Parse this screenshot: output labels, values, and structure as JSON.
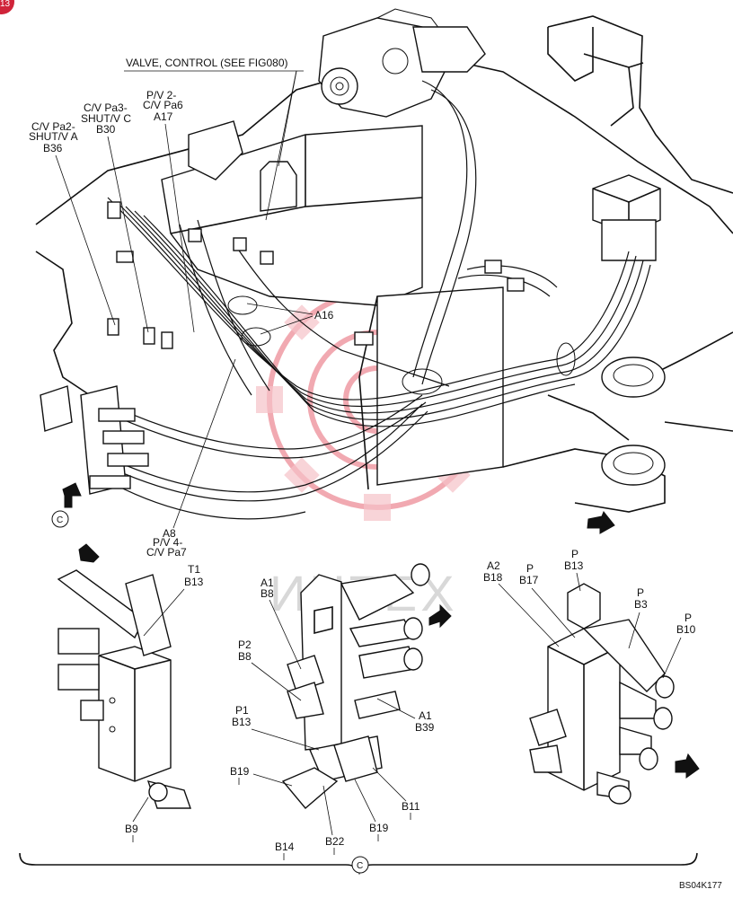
{
  "page_marker": "13",
  "top_callout": "VALVE, CONTROL (SEE FIG080)",
  "main_labels": {
    "cv_pa2": [
      "C/V Pa2-",
      "SHUT/V A",
      "B36"
    ],
    "cv_pa3": [
      "C/V Pa3-",
      "SHUT/V C",
      "B30"
    ],
    "pv2": [
      "P/V 2-",
      "C/V Pa6",
      "A17"
    ],
    "a16": "A16",
    "pv4": [
      "A8",
      "P/V 4-",
      "C/V Pa7"
    ],
    "circle_c": "C"
  },
  "left_detail": {
    "t1": [
      "T1",
      "B13"
    ],
    "b9": "B9"
  },
  "center_detail": {
    "a1_b8": [
      "A1",
      "B8"
    ],
    "p2_b8": [
      "P2",
      "B8"
    ],
    "p1_b13": [
      "P1",
      "B13"
    ],
    "a1_b39": [
      "A1",
      "B39"
    ],
    "b19a": "B19",
    "b11": "B11",
    "b19b": "B19",
    "b14": "B14",
    "b22": "B22"
  },
  "right_detail": {
    "a2_b18": [
      "A2",
      "B18"
    ],
    "p_b17": [
      "P",
      "B17"
    ],
    "p_b13": [
      "P",
      "B13"
    ],
    "p_b3": [
      "P",
      "B3"
    ],
    "p_b10": [
      "P",
      "B10"
    ]
  },
  "bottom_circle": "C",
  "figure_code": "BS04K177",
  "watermark": "ИНТЕХ"
}
